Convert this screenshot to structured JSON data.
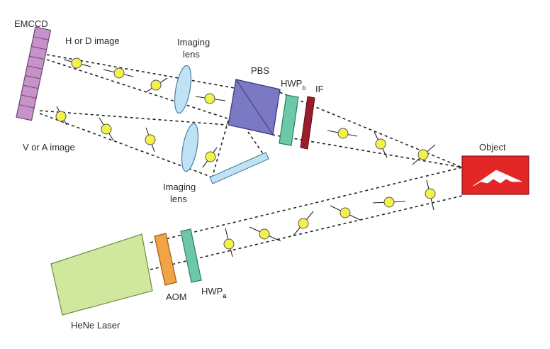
{
  "labels": {
    "emccd": "EMCCD",
    "h_or_d_image": "H or D image",
    "v_or_a_image": "V or A image",
    "imaging_lens_top_line1": "Imaging",
    "imaging_lens_top_line2": "lens",
    "imaging_lens_bottom_line1": "Imaging",
    "imaging_lens_bottom_line2": "lens",
    "pbs": "PBS",
    "hwp_b_main": "HWP",
    "hwp_b_sub": "b",
    "if_filter": "IF",
    "object": "Object",
    "aom": "AOM",
    "hwp_a_main": "HWP",
    "hwp_a_sub": "a",
    "laser": "HeNe Laser"
  },
  "colors": {
    "emccd": "#c792c9",
    "lens": "#bfe2f5",
    "pbs": "#7b78c4",
    "hwp": "#6cc9a8",
    "if_filter": "#9b1d2c",
    "object": "#e32626",
    "aom": "#f0a347",
    "laser": "#cfe89e",
    "polarizer": "#f2f24a",
    "mirror": "#bfe2f5"
  }
}
